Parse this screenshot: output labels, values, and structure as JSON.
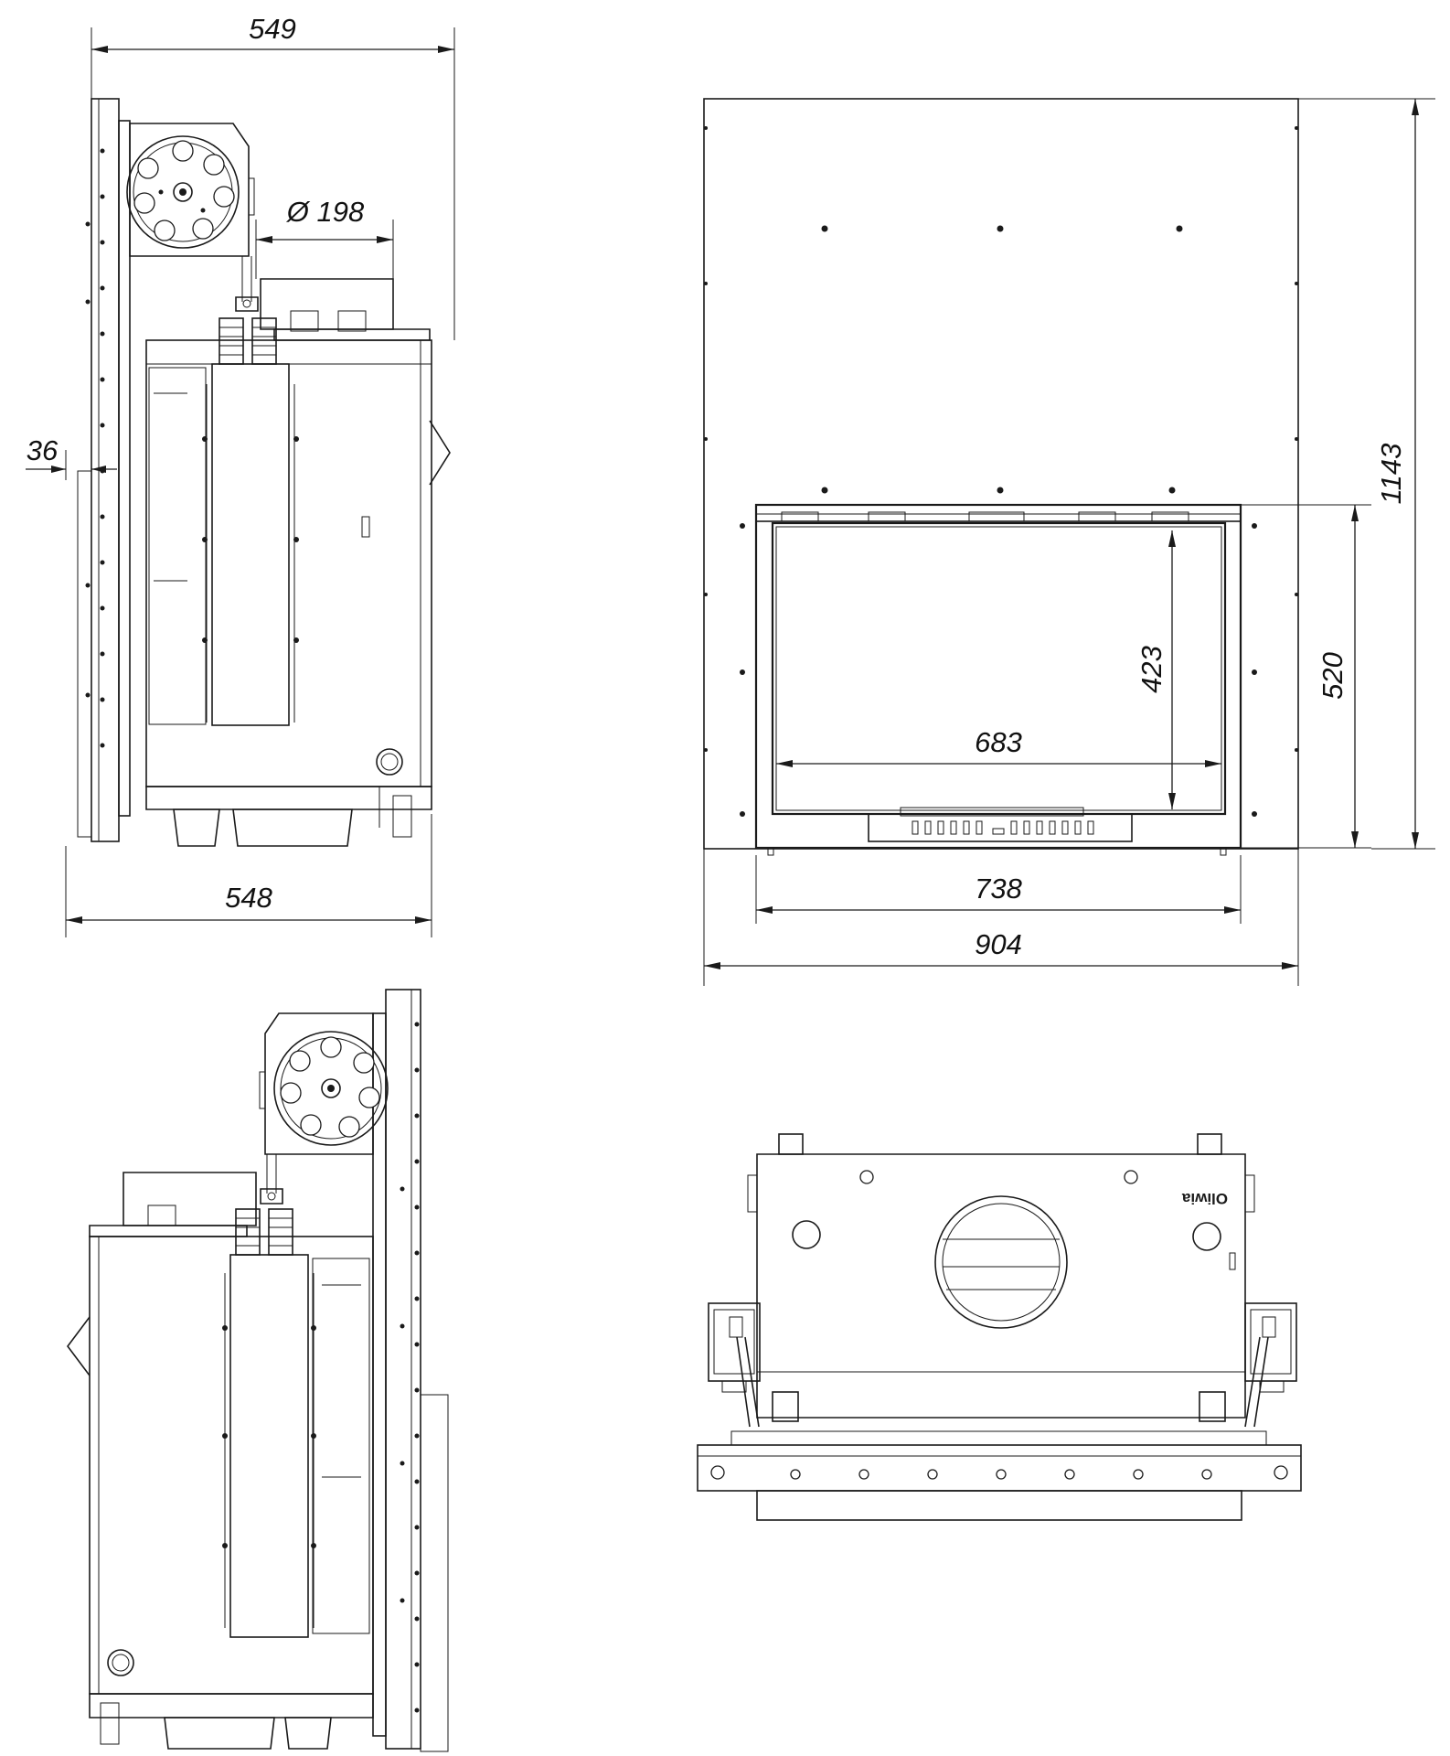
{
  "dimensions": {
    "side_top_width": "549",
    "duct_diameter": "Ø 198",
    "glass_offset": "36",
    "side_depth": "548",
    "opening_height": "423",
    "opening_width": "683",
    "door_height": "520",
    "total_height": "1143",
    "frame_width": "738",
    "total_width": "904"
  },
  "brand": {
    "logo": "Oliwia"
  }
}
